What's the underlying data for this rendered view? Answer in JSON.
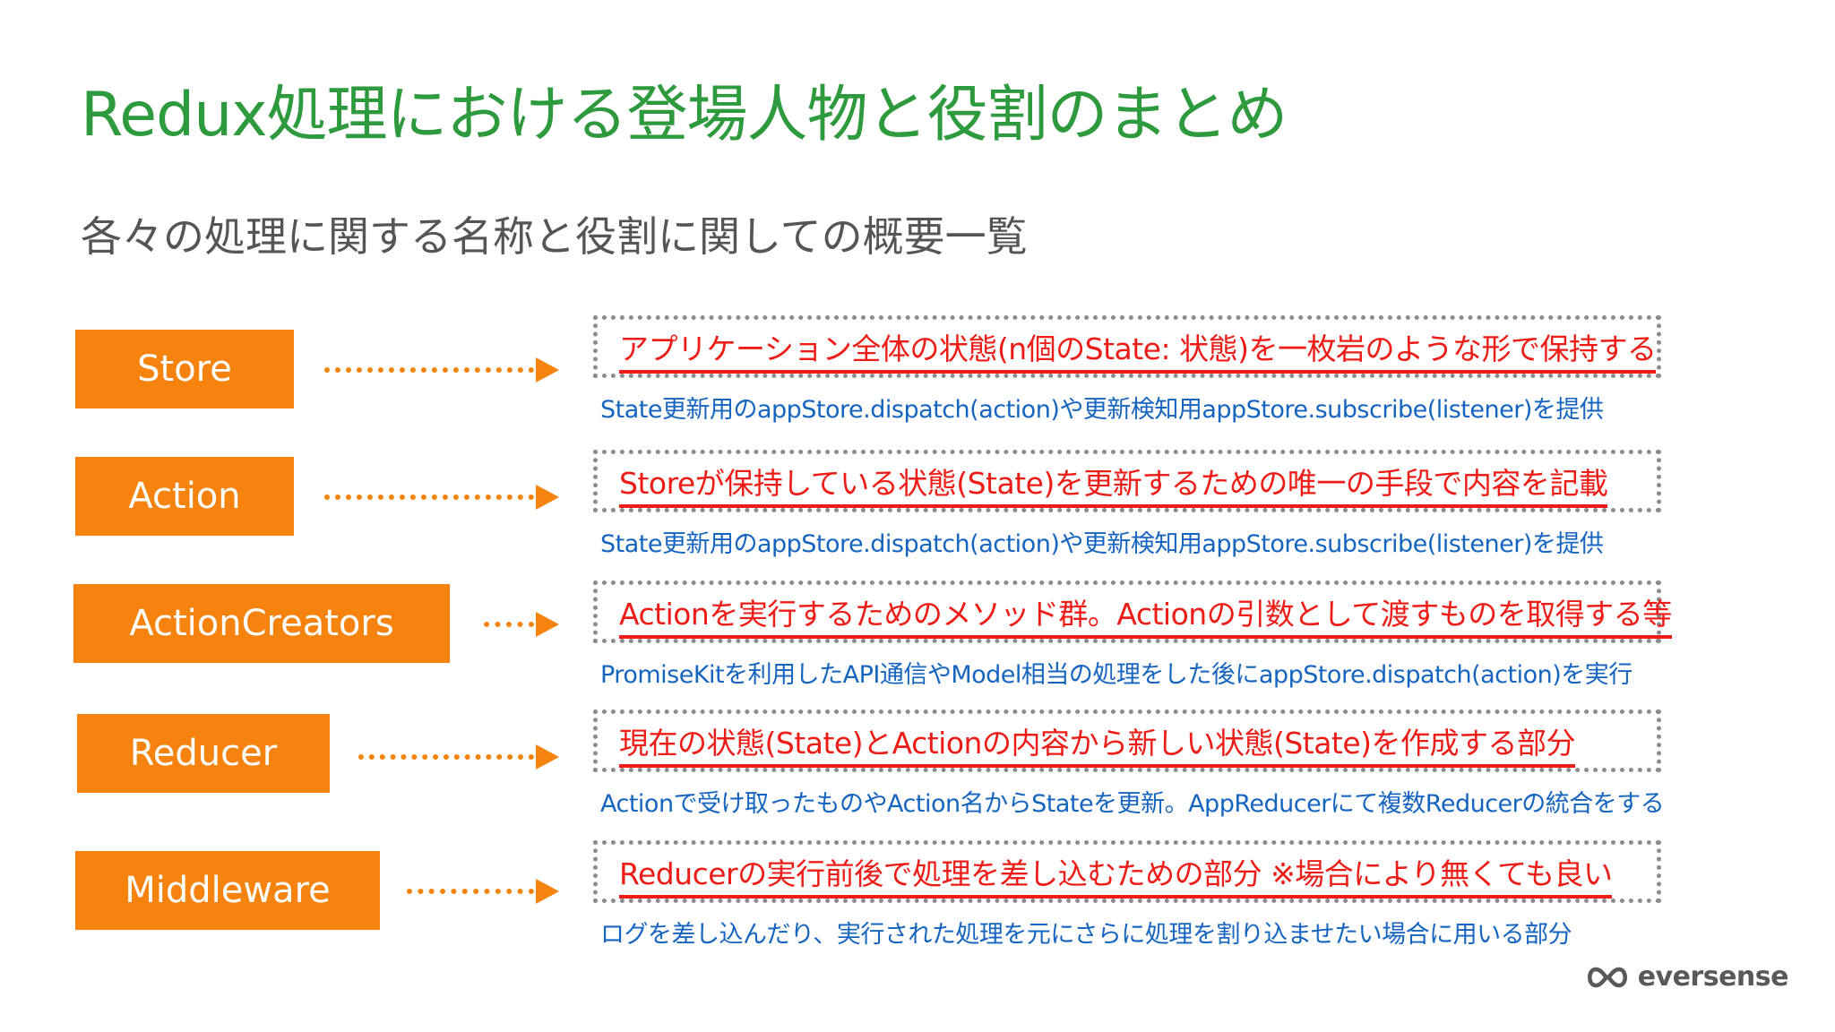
{
  "slide": {
    "title": "Redux処理における登場人物と役割のまとめ",
    "subtitle": "各々の処理に関する名称と役割に関しての概要一覧"
  },
  "rows": [
    {
      "label": "Store",
      "description": "アプリケーション全体の状態(n個のState: 状態)を一枚岩のような形で保持する",
      "note": "State更新用のappStore.dispatch(action)や更新検知用appStore.subscribe(listener)を提供"
    },
    {
      "label": "Action",
      "description": "Storeが保持している状態(State)を更新するための唯一の手段で内容を記載",
      "note": "State更新用のappStore.dispatch(action)や更新検知用appStore.subscribe(listener)を提供"
    },
    {
      "label": "ActionCreators",
      "description": "Actionを実行するためのメソッド群。Actionの引数として渡すものを取得する等",
      "note": "PromiseKitを利用したAPI通信やModel相当の処理をした後にappStore.dispatch(action)を実行"
    },
    {
      "label": "Reducer",
      "description": "現在の状態(State)とActionの内容から新しい状態(State)を作成する部分",
      "note": "Actionで受け取ったものやAction名からStateを更新。AppReducerにて複数Reducerの統合をする"
    },
    {
      "label": "Middleware",
      "description": "Reducerの実行前後で処理を差し込むための部分 ※場合により無くても良い",
      "note": "ログを差し込んだり、実行された処理を元にさらに処理を割り込ませたい場合に用いる部分"
    }
  ],
  "logo": {
    "text": "eversense",
    "icon": "infinity-icon"
  },
  "colors": {
    "title": "#2e9a3e",
    "box": "#f7830f",
    "description": "#ee1c16",
    "note": "#1565c0",
    "border": "#8c8c8c"
  }
}
